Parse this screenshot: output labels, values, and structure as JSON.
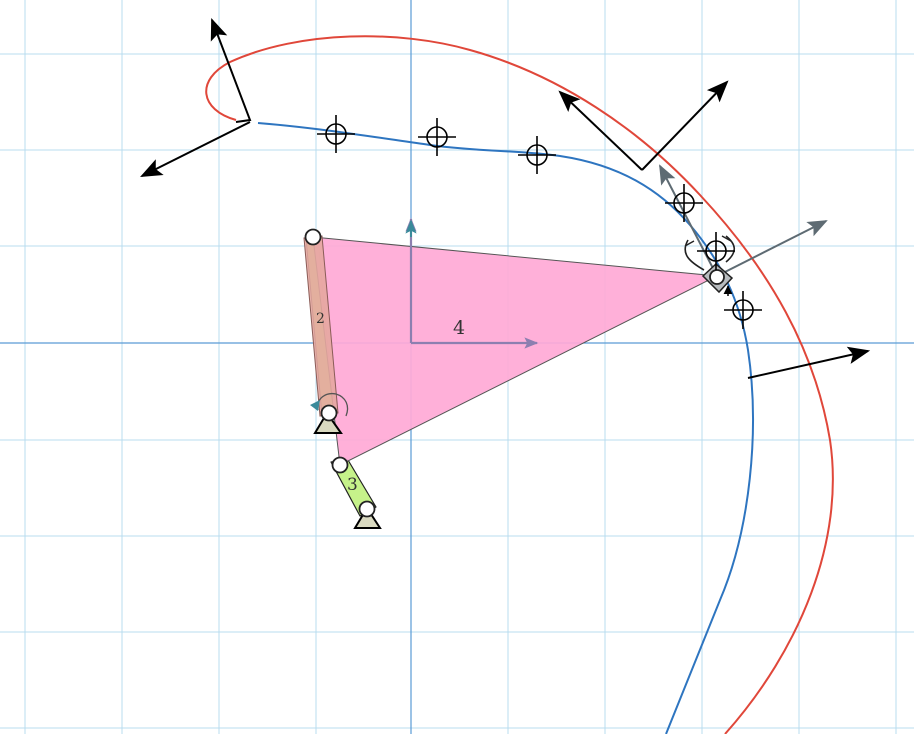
{
  "diagram": {
    "labels": {
      "link_2": "2",
      "link_3": "3",
      "link_4": "4"
    },
    "colors": {
      "background": "#ffffff",
      "grid": "#b9dcef",
      "axis": "#5b9bd5",
      "coupler_fill": "#ffa9d6",
      "link2_fill": "#e6a7a0",
      "link3_fill": "#c6f28a",
      "ground_fill": "#d9d9c0",
      "coupler_curve": "#2e75c0",
      "outer_curve": "#e0473a",
      "frame_arrow": "#000000",
      "gray_arrow": "#5e6b73",
      "teal_arrow": "#3a8a9a",
      "vector_arrow": "#8c7fb0"
    },
    "icons": [
      "pivot-joint-icon",
      "ground-support-icon",
      "target-marker-icon",
      "gripper-icon",
      "rotation-arrow-icon"
    ]
  }
}
